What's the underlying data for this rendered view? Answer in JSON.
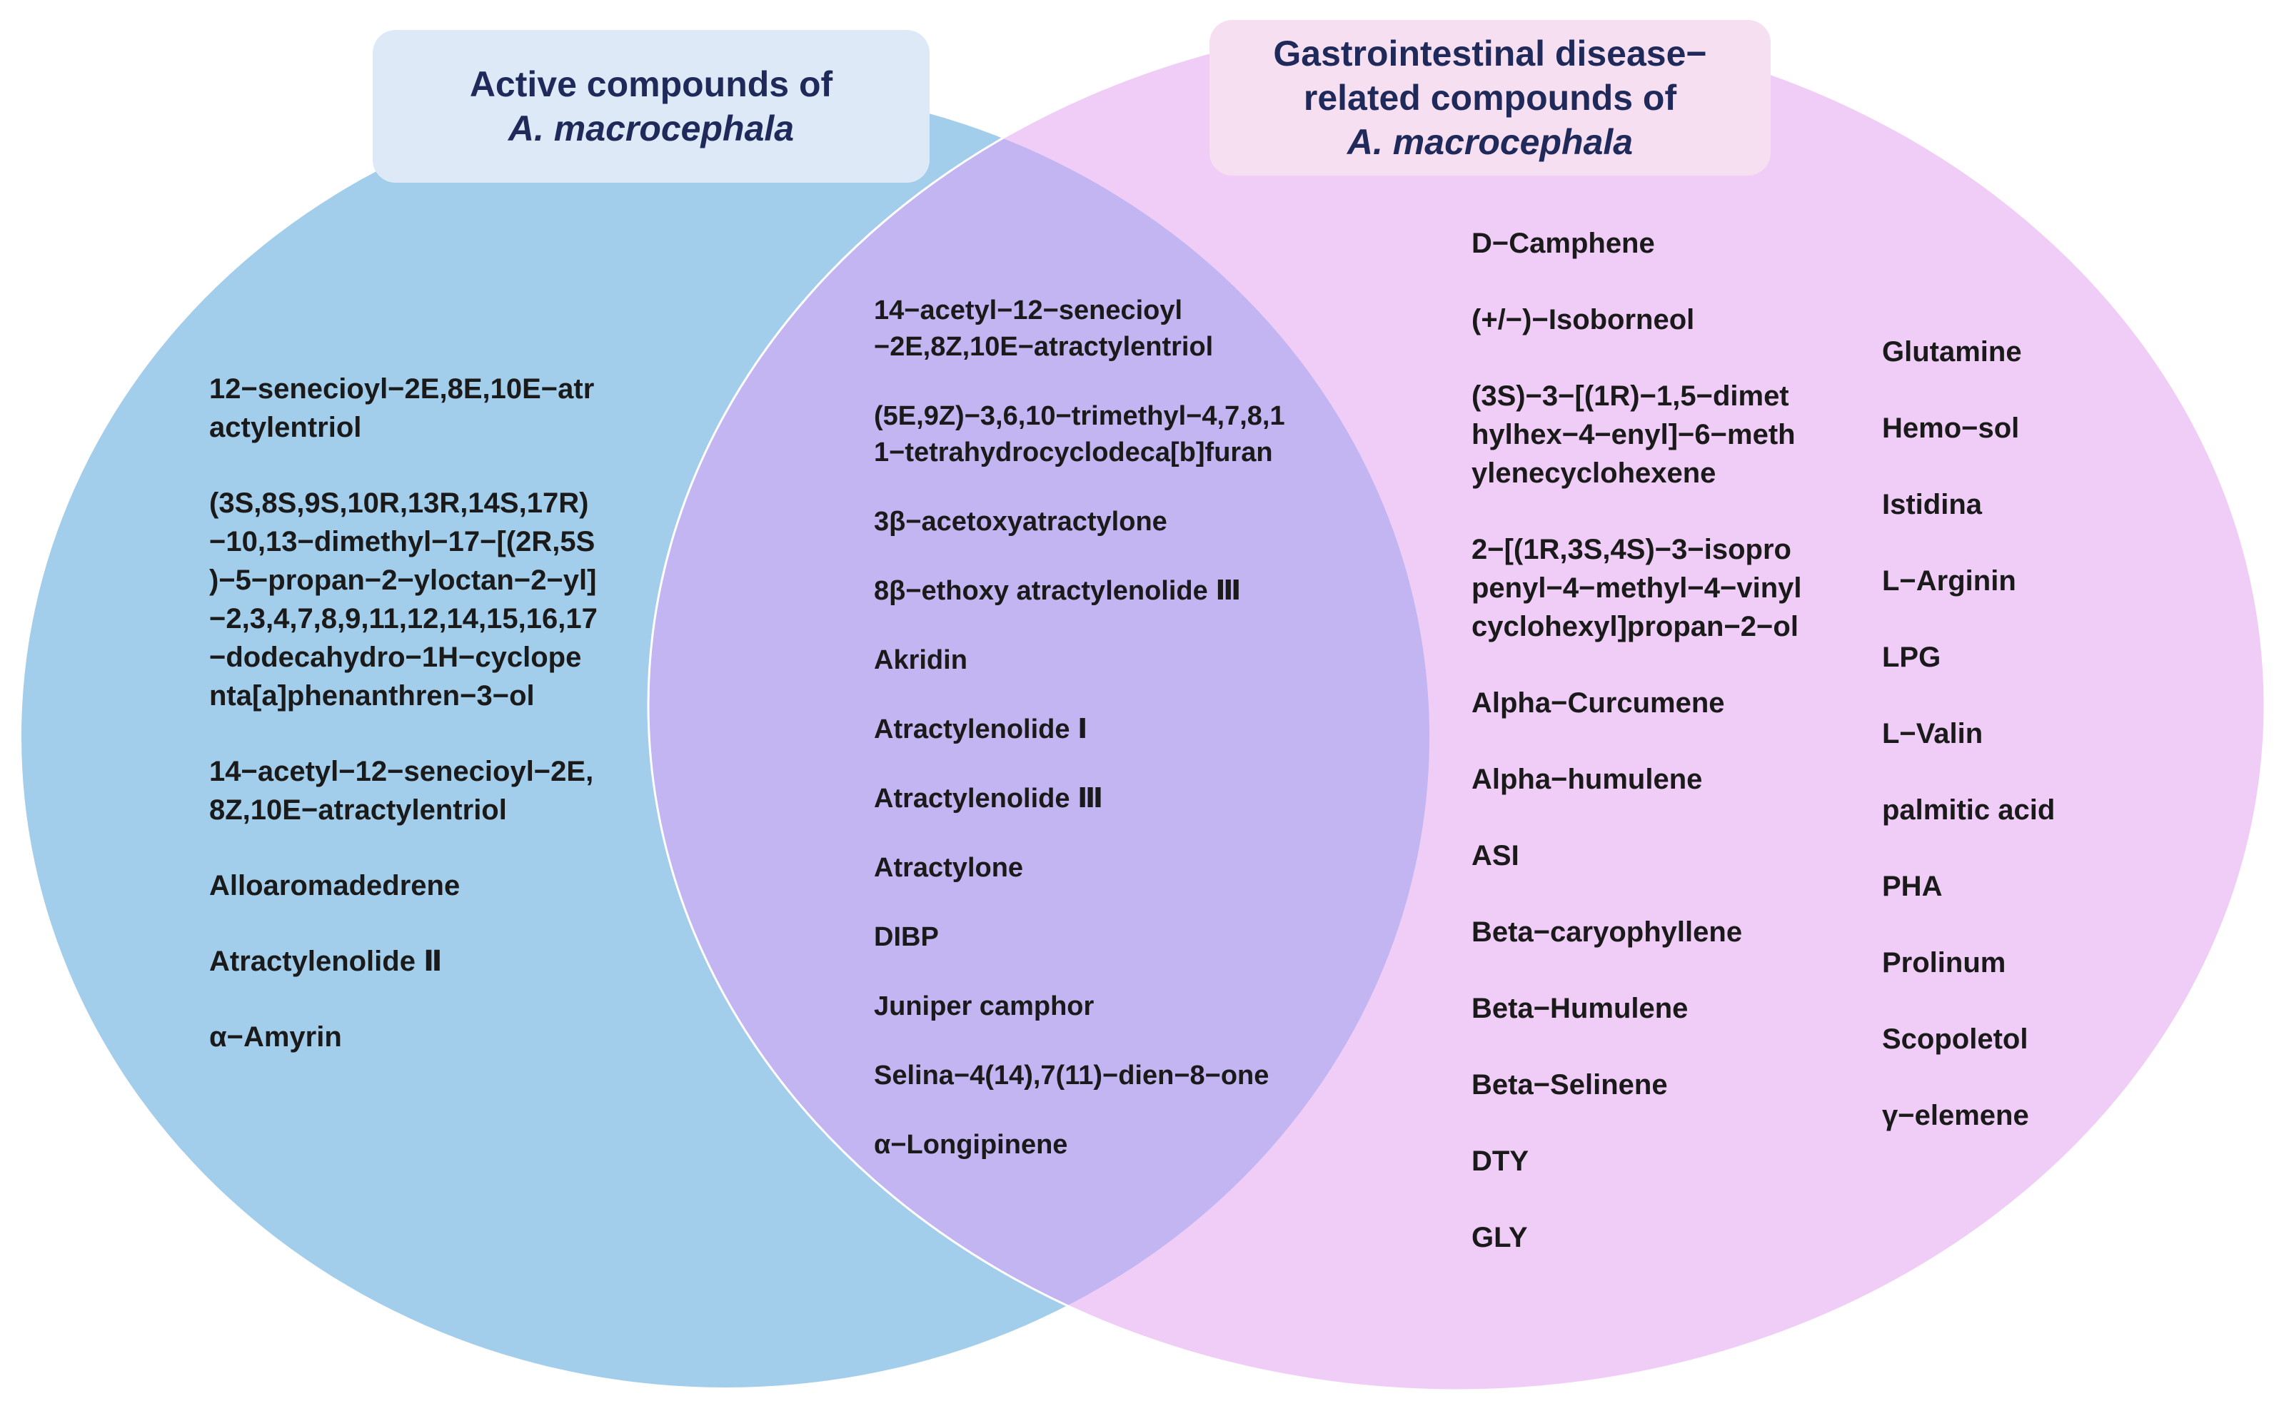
{
  "colors": {
    "left_circle": "#a2cdeb",
    "right_circle": "#f0cdf7",
    "overlap": "#c3b4f2",
    "left_title_bg": "#dde9f6",
    "right_title_bg": "#f5dff0",
    "title_text": "#1f2a5a"
  },
  "left_title": {
    "line1": "Active compounds of",
    "line2": "A. macrocephala"
  },
  "right_title": {
    "line1": "Gastrointestinal disease−",
    "line2": "related compounds of",
    "line3": "A. macrocephala"
  },
  "left_only": [
    "12−senecioyl−2E,8E,10E−atr\nactylentriol",
    "(3S,8S,9S,10R,13R,14S,17R)\n−10,13−dimethyl−17−[(2R,5S\n)−5−propan−2−yloctan−2−yl]\n−2,3,4,7,8,9,11,12,14,15,16,17\n−dodecahydro−1H−cyclope\nnta[a]phenanthren−3−ol",
    "14−acetyl−12−senecioyl−2E,\n8Z,10E−atractylentriol",
    "Alloaromadedrene",
    "Atractylenolide Ⅱ",
    "α−Amyrin"
  ],
  "intersection": [
    "14−acetyl−12−senecioyl\n−2E,8Z,10E−atractylentriol",
    "(5E,9Z)−3,6,10−trimethyl−4,7,8,1\n1−tetrahydrocyclodeca[b]furan",
    "3β−acetoxyatractylone",
    "8β−ethoxy atractylenolide Ⅲ",
    "Akridin",
    "Atractylenolide Ⅰ",
    "Atractylenolide Ⅲ",
    "Atractylone",
    "DIBP",
    "Juniper camphor",
    "Selina−4(14),7(11)−dien−8−one",
    "α−Longipinene"
  ],
  "right_only_col1": [
    "D−Camphene",
    "(+/−)−Isoborneol",
    "(3S)−3−[(1R)−1,5−dimet\nhylhex−4−enyl]−6−meth\nylenecyclohexene",
    "2−[(1R,3S,4S)−3−isopro\npenyl−4−methyl−4−vinyl\ncyclohexyl]propan−2−ol",
    "Alpha−Curcumene",
    "Alpha−humulene",
    "ASI",
    "Beta−caryophyllene",
    "Beta−Humulene",
    "Beta−Selinene",
    "DTY",
    "GLY"
  ],
  "right_only_col2": [
    "Glutamine",
    "Hemo−sol",
    "Istidina",
    "L−Arginin",
    "LPG",
    "L−Valin",
    "palmitic acid",
    "PHA",
    "Prolinum",
    "Scopoletol",
    "γ−elemene"
  ]
}
